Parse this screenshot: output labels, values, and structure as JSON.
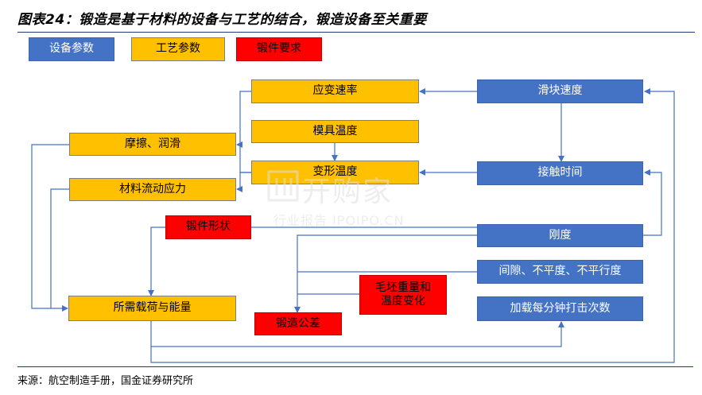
{
  "header": {
    "title": "图表24：锻造是基于材料的设备与工艺的结合，锻造设备至关重要"
  },
  "legend": {
    "equipment_params": "设备参数",
    "process_params": "工艺参数",
    "forging_requirements": "锻件要求"
  },
  "nodes": {
    "strain_rate": "应变速率",
    "die_temperature": "模具温度",
    "deformation_temperature": "变形温度",
    "friction_lubrication": "摩擦、润滑",
    "material_flow_stress": "材料流动应力",
    "forging_shape": "锻件形状",
    "required_load_energy": "所需载荷与能量",
    "forging_tolerance": "锻造公差",
    "blank_weight_temp_change": "毛坯重量和\n温度变化",
    "slider_speed": "滑块速度",
    "contact_time": "接触时间",
    "stiffness": "刚度",
    "clearance_flatness_parallelism": "间隙、不平度、不平行度",
    "strokes_per_minute_loaded": "加载每分钟打击次数"
  },
  "colors": {
    "equipment": "#4472c4",
    "process": "#ffc000",
    "requirement": "#ff0000",
    "arrow": "#4472c4"
  },
  "watermark": {
    "main": "开购家",
    "sub": "行业报告 IPOIPO.CN"
  },
  "footer": {
    "source": "来源：航空制造手册，国金证券研究所"
  }
}
